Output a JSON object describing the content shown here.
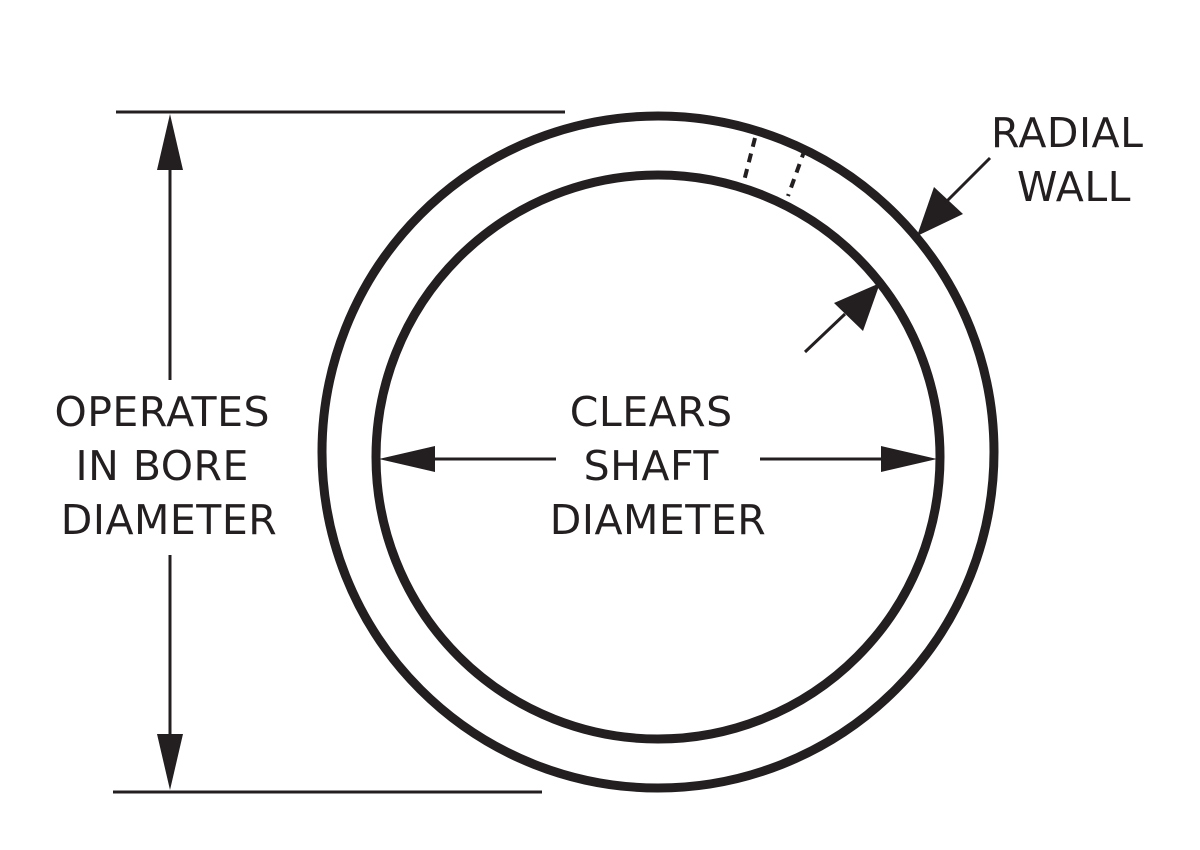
{
  "colors": {
    "background": "#ffffff",
    "ink": "#231f20"
  },
  "labels": {
    "radial_wall": [
      "RADIAL",
      "WALL"
    ],
    "bore": [
      "OPERATES",
      "IN BORE",
      "DIAMETER"
    ],
    "shaft": [
      "CLEARS",
      "SHAFT",
      "DIAMETER"
    ]
  }
}
